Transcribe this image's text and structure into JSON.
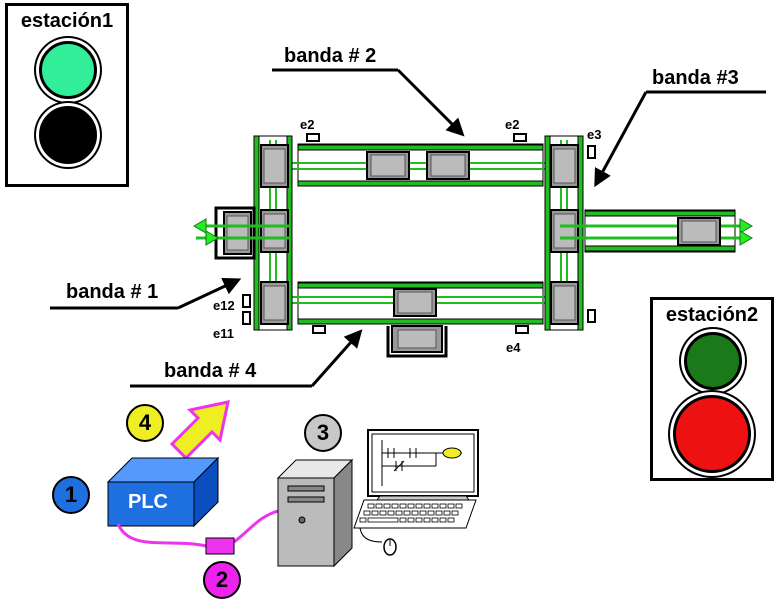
{
  "stations": [
    {
      "id": "station1",
      "title": "estación1",
      "lamp_top_color": "#33ee99",
      "lamp_bottom_color": "#000000"
    },
    {
      "id": "station2",
      "title": "estación2",
      "lamp_top_color": "#1a7a1a",
      "lamp_bottom_color": "#ee1111"
    }
  ],
  "bands": {
    "band1": "banda # 1",
    "band2": "banda # 2",
    "band3": "banda #3",
    "band4": "banda # 4"
  },
  "sensors": {
    "e2_left": "e2",
    "e2_right": "e2",
    "e3": "e3",
    "e12": "e12",
    "e11": "e11",
    "e4": "e4"
  },
  "components": {
    "plc_label": "PLC",
    "markers": [
      "1",
      "2",
      "3",
      "4"
    ],
    "marker_colors": {
      "1": "#1e6fe0",
      "2": "#ee22ee",
      "3": "#c8c8c8",
      "4": "#eeee22"
    }
  },
  "colors": {
    "belt": "#22bb22",
    "plc": "#1e6fe0",
    "cable": "#ee33ee",
    "arrow4": "#ee33ee",
    "arrow4_fill": "#eeee22"
  }
}
